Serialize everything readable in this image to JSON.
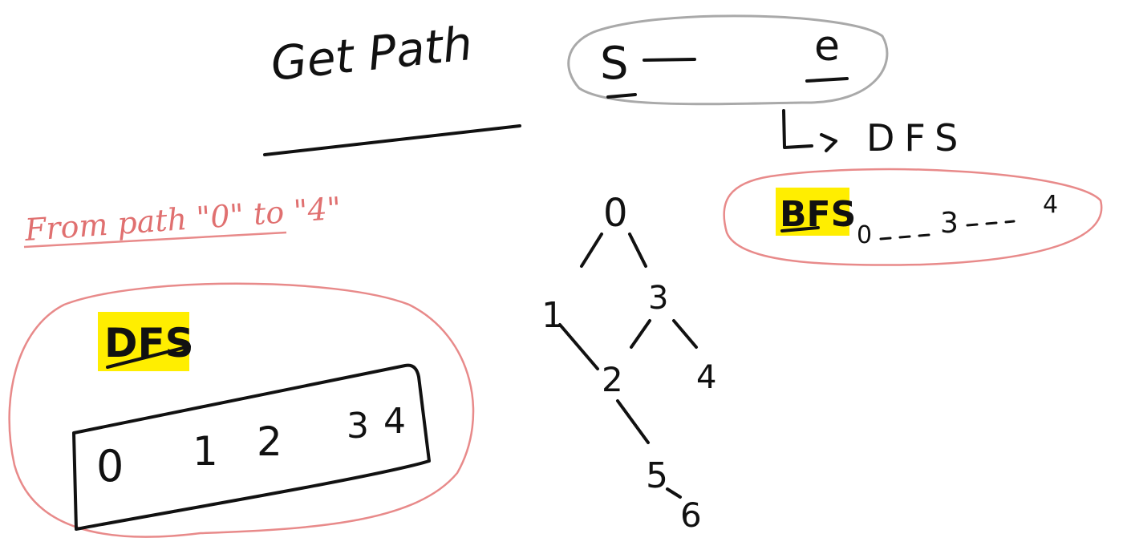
{
  "title": "Get Path",
  "start_label": "S",
  "end_label": "e",
  "arrow_target": "DFS",
  "bfs_box": {
    "label": "BFS",
    "path": [
      "0",
      "3",
      "4"
    ]
  },
  "red_note": "From path \"0\" to \"4\"",
  "dfs_box": {
    "label": "DFS",
    "path": [
      "0",
      "1",
      "2",
      "3",
      "4"
    ]
  },
  "tree": {
    "nodes": [
      "0",
      "1",
      "3",
      "2",
      "4",
      "5",
      "6"
    ]
  },
  "colors": {
    "ink": "#111111",
    "highlight": "#ffee00",
    "red_pen": "#e88a8a",
    "grey_pen": "#a9a9a9"
  }
}
